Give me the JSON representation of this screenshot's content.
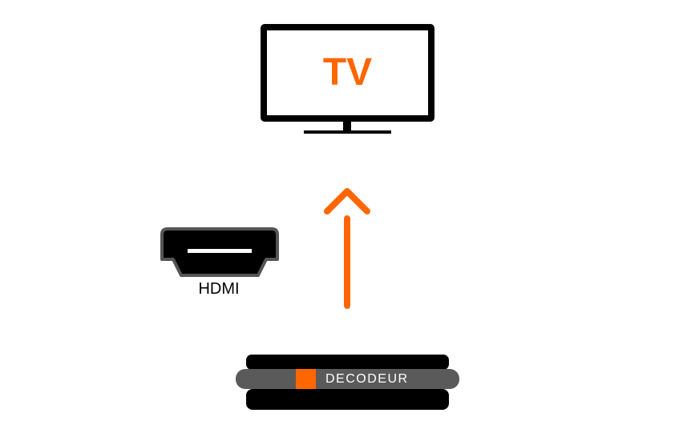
{
  "colors": {
    "accent": "#ff6600",
    "outline": "#000000",
    "decoder_band": "#5a5a5a",
    "hdmi_border": "#555555",
    "background": "#ffffff"
  },
  "tv": {
    "label": "TV",
    "icon": "television-icon"
  },
  "arrow": {
    "icon": "arrow-up-icon",
    "direction": "up"
  },
  "hdmi": {
    "label": "HDMI",
    "icon": "hdmi-connector-icon"
  },
  "decoder": {
    "label": "DECODEUR",
    "icon": "decoder-box-icon"
  }
}
